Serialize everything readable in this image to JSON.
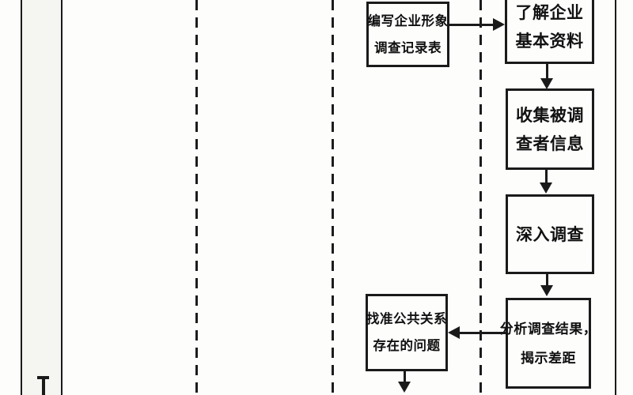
{
  "flowchart": {
    "language": "zh",
    "nodes": {
      "write_form": {
        "line1": "编写企业形象",
        "line2": "调查记录表"
      },
      "company_basics": {
        "line1": "了解企业",
        "line2": "基本资料"
      },
      "collect_respondents": {
        "line1": "收集被调",
        "line2": "查者信息"
      },
      "deep_survey": {
        "line1": "深入调查"
      },
      "analyze_results": {
        "line1": "分析调查结果，",
        "line2": "揭示差距"
      },
      "identify_problems": {
        "line1": "找准公共关系",
        "line2": "存在的问题"
      }
    },
    "edges": [
      {
        "from": "write_form",
        "to": "company_basics",
        "direction": "right"
      },
      {
        "from": "company_basics",
        "to": "collect_respondents",
        "direction": "down"
      },
      {
        "from": "collect_respondents",
        "to": "deep_survey",
        "direction": "down"
      },
      {
        "from": "deep_survey",
        "to": "analyze_results",
        "direction": "down"
      },
      {
        "from": "analyze_results",
        "to": "identify_problems",
        "direction": "left"
      },
      {
        "from": "identify_problems",
        "to": "offscreen_bottom",
        "direction": "down"
      }
    ],
    "colors": {
      "line": "#1b1b1b",
      "box_border": "#1a1a1a",
      "background": "#fdfdfc",
      "lane_fill": "#f5f5f1"
    }
  }
}
